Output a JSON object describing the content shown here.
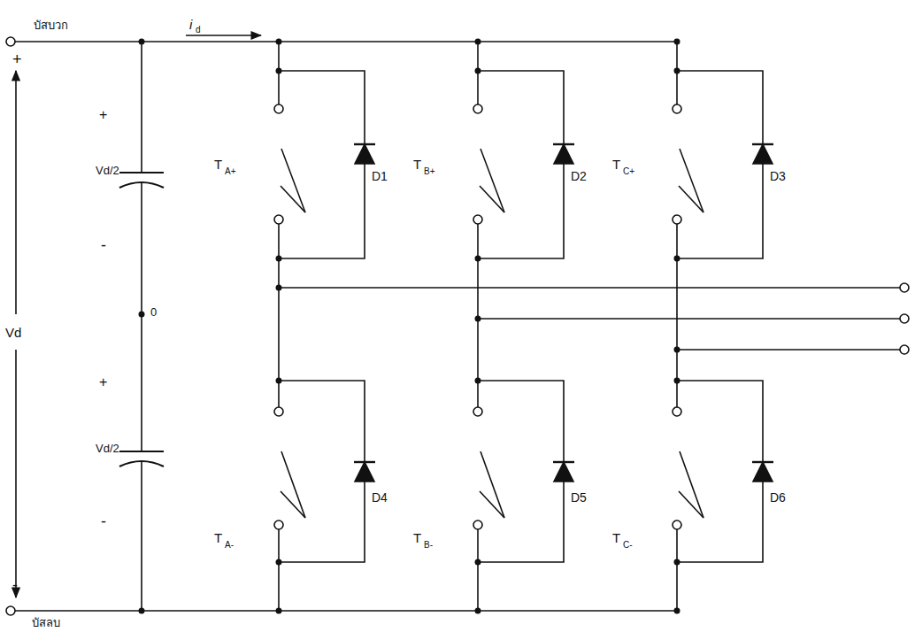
{
  "diagram": {
    "labels": [
      "บัสบวก",
      "i",
      "d",
      "+",
      "+",
      "Vd/2",
      "-",
      "Vd",
      "0",
      "+",
      "Vd/2",
      "-",
      "-",
      "บัสลบ",
      "T",
      "A+",
      "D1",
      "T",
      "B+",
      "D2",
      "T",
      "C+",
      "D3",
      "T",
      "A-",
      "D4",
      "T",
      "B-",
      "D5",
      "T",
      "C-",
      "D6"
    ]
  }
}
